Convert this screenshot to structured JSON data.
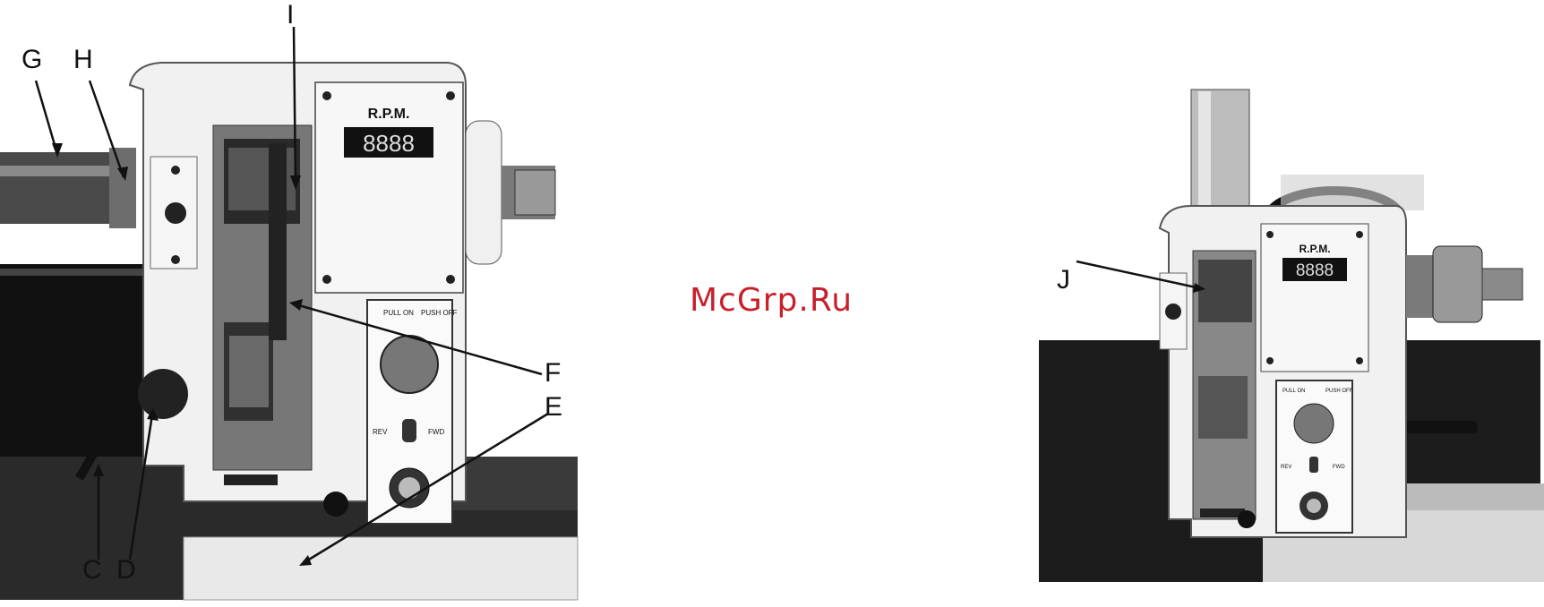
{
  "figure_left": {
    "rpm_label": "R.P.M.",
    "display_digits": "8888",
    "switch_labels": {
      "pull_on": "PULL ON",
      "push_off": "PUSH OFF",
      "rev": "REV",
      "fwd": "FWD"
    },
    "callouts": {
      "G": "G",
      "H": "H",
      "I": "I",
      "F": "F",
      "E": "E",
      "C": "C",
      "D": "D"
    }
  },
  "figure_right": {
    "rpm_label": "R.P.M.",
    "display_digits": "8888",
    "switch_labels": {
      "pull_on": "PULL ON",
      "push_off": "PUSH OFF",
      "rev": "REV",
      "fwd": "FWD"
    },
    "callouts": {
      "J": "J"
    }
  },
  "watermark": "McGrp.Ru",
  "colors": {
    "machine_body": "#eeeeee",
    "dark_parts": "#1a1a1a",
    "watermark": "#c8202a"
  }
}
